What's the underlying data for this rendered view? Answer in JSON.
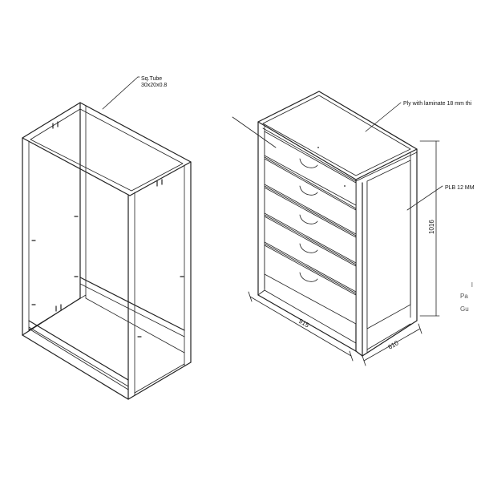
{
  "labels": {
    "tube_line1": "Sq.Tube",
    "tube_line2": "30x20x0.8",
    "ply": "Ply with laminate 18 mm thi",
    "plb": "PLB 12 MM",
    "side_l": "l",
    "side_pa": "Pa",
    "side_gu": "Gu"
  },
  "dimensions": {
    "width": "915",
    "depth": "610",
    "height": "1016"
  }
}
